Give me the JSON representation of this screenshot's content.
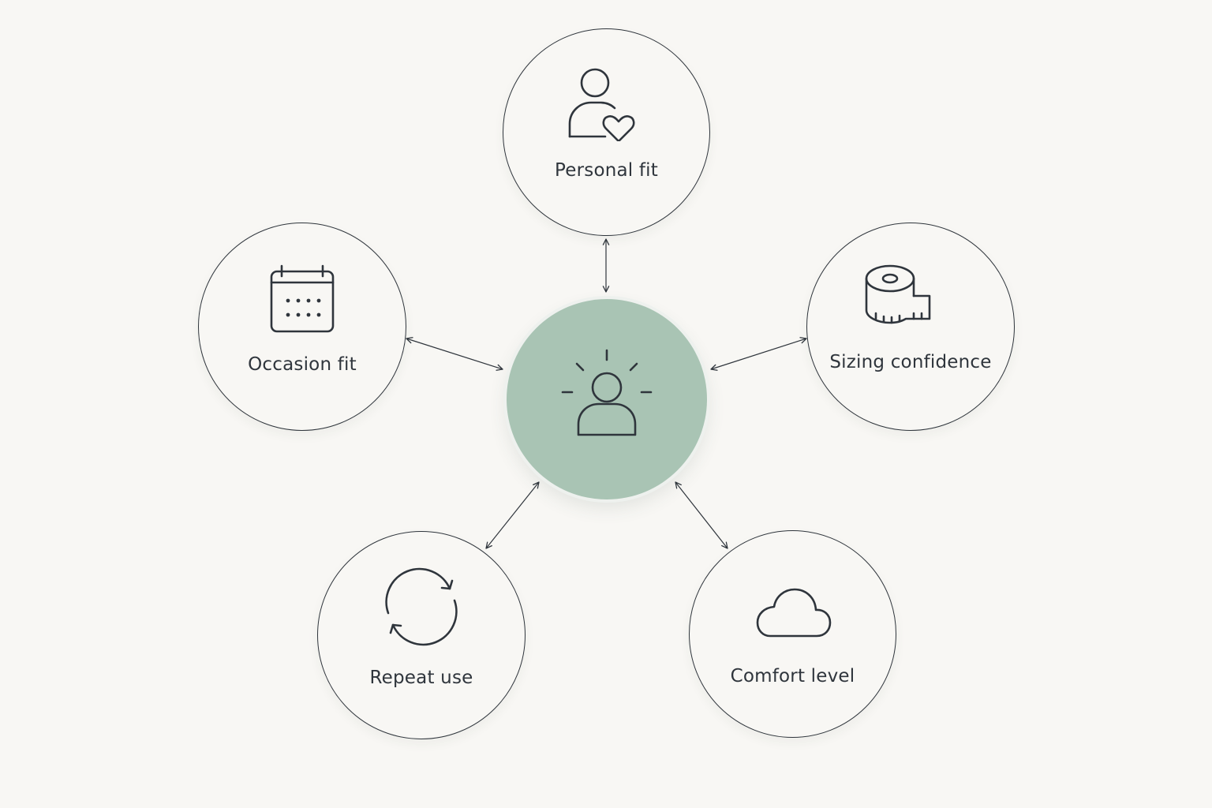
{
  "diagram": {
    "nodes": [
      {
        "id": "personal-fit",
        "label": "Personal fit",
        "icon": "person-heart-icon"
      },
      {
        "id": "sizing-confidence",
        "label": "Sizing confidence",
        "icon": "measuring-tape-icon"
      },
      {
        "id": "comfort-level",
        "label": "Comfort level",
        "icon": "cloud-icon"
      },
      {
        "id": "repeat-use",
        "label": "Repeat use",
        "icon": "refresh-cycle-icon"
      },
      {
        "id": "occasion-fit",
        "label": "Occasion fit",
        "icon": "calendar-icon"
      }
    ],
    "center": {
      "icon": "radiant-person-icon"
    },
    "edges": [
      {
        "from": "center",
        "to": "personal-fit",
        "direction": "both"
      },
      {
        "from": "center",
        "to": "sizing-confidence",
        "direction": "both"
      },
      {
        "from": "center",
        "to": "comfort-level",
        "direction": "both"
      },
      {
        "from": "center",
        "to": "repeat-use",
        "direction": "both"
      },
      {
        "from": "center",
        "to": "occasion-fit",
        "direction": "both"
      }
    ]
  },
  "colors": {
    "background": "#f8f7f4",
    "center_fill": "#a9c4b4",
    "stroke": "#2f353c"
  }
}
